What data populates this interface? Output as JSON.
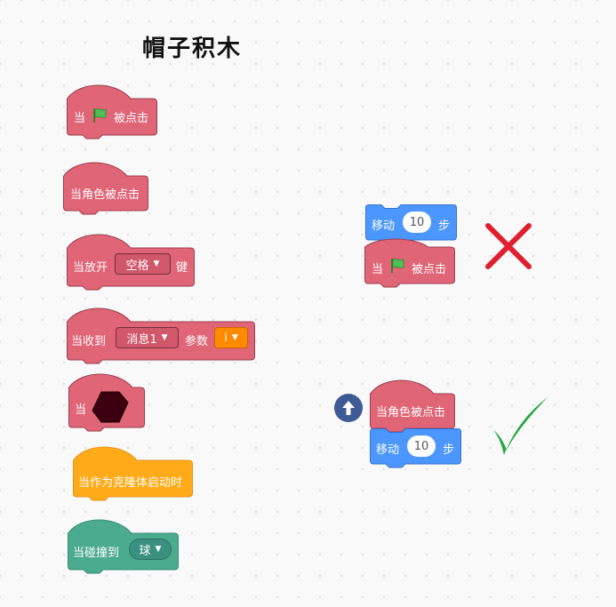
{
  "title": "帽子积木",
  "blocks": {
    "flag_clicked": {
      "prefix": "当",
      "suffix": "被点击"
    },
    "sprite_clicked": {
      "text": "当角色被点击"
    },
    "key_pressed": {
      "prefix": "当放开",
      "key": "空格",
      "suffix": "键"
    },
    "message_received": {
      "prefix": "当收到",
      "message": "消息1",
      "param_label": "参数",
      "param": "i"
    },
    "custom_shape": {
      "prefix": "当"
    },
    "clone_start": {
      "text": "当作为克隆体启动时"
    },
    "touching": {
      "prefix": "当碰撞到",
      "target": "球"
    }
  },
  "examples": {
    "wrong": {
      "move_prefix": "移动",
      "move_steps": "10",
      "move_suffix": "步",
      "hat_prefix": "当",
      "hat_suffix": "被点击",
      "mark": "✗"
    },
    "right": {
      "hat_text": "当角色被点击",
      "move_prefix": "移动",
      "move_steps": "10",
      "move_suffix": "步",
      "mark": "✓"
    }
  },
  "colors": {
    "events": "#e06577",
    "events_border": "#9a3e4c",
    "control": "#ffab19",
    "sensing": "#4aab8e",
    "motion": "#4c97ff",
    "wrong": "#e02030",
    "right": "#27a844",
    "up_button": "#3f5b95"
  },
  "icons": {
    "flag": "green-flag-icon",
    "hexagon": "dark-hexagon-icon",
    "up": "arrow-up-icon"
  }
}
